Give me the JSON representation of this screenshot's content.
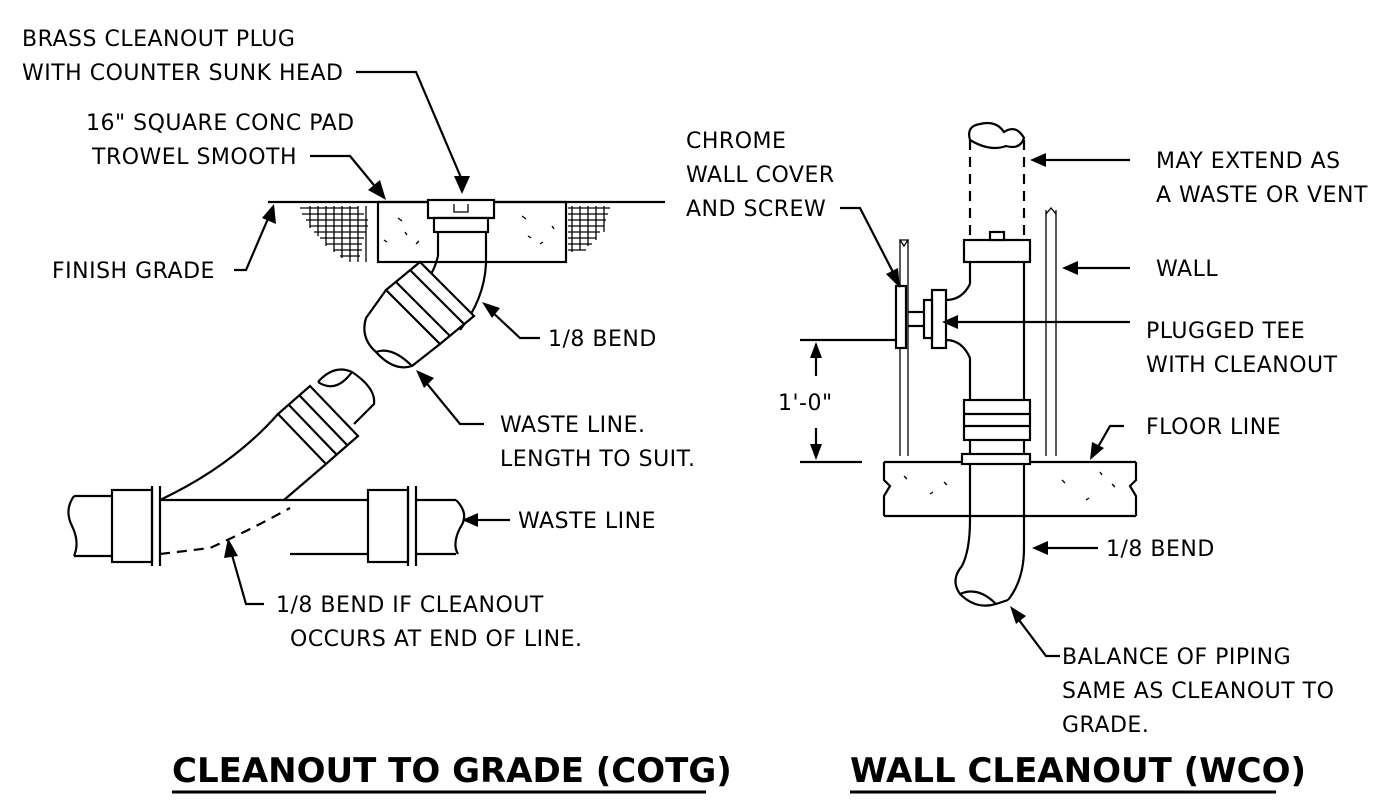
{
  "cotg": {
    "title": "CLEANOUT TO GRADE (COTG)",
    "labels": {
      "brass_plug_line1": "BRASS CLEANOUT PLUG",
      "brass_plug_line2": "WITH COUNTER SUNK HEAD",
      "pad_line1": "16\" SQUARE CONC PAD",
      "pad_line2": "TROWEL SMOOTH",
      "finish_grade": "FINISH GRADE",
      "bend": "1/8 BEND",
      "waste_line_suit_line1": "WASTE LINE.",
      "waste_line_suit_line2": "LENGTH TO SUIT.",
      "waste_line": "WASTE LINE",
      "bend_end_line1": "1/8 BEND IF CLEANOUT",
      "bend_end_line2": "OCCURS AT END OF LINE."
    }
  },
  "wco": {
    "title": "WALL CLEANOUT (WCO)",
    "labels": {
      "chrome_line1": "CHROME",
      "chrome_line2": "WALL COVER",
      "chrome_line3": "AND SCREW",
      "extend_line1": "MAY EXTEND AS",
      "extend_line2": "A WASTE OR VENT",
      "wall": "WALL",
      "tee_line1": "PLUGGED TEE",
      "tee_line2": "WITH CLEANOUT",
      "dimension": "1'-0\"",
      "floor_line": "FLOOR LINE",
      "bend": "1/8 BEND",
      "balance_line1": "BALANCE OF PIPING",
      "balance_line2": "SAME AS CLEANOUT TO",
      "balance_line3": "GRADE."
    }
  }
}
